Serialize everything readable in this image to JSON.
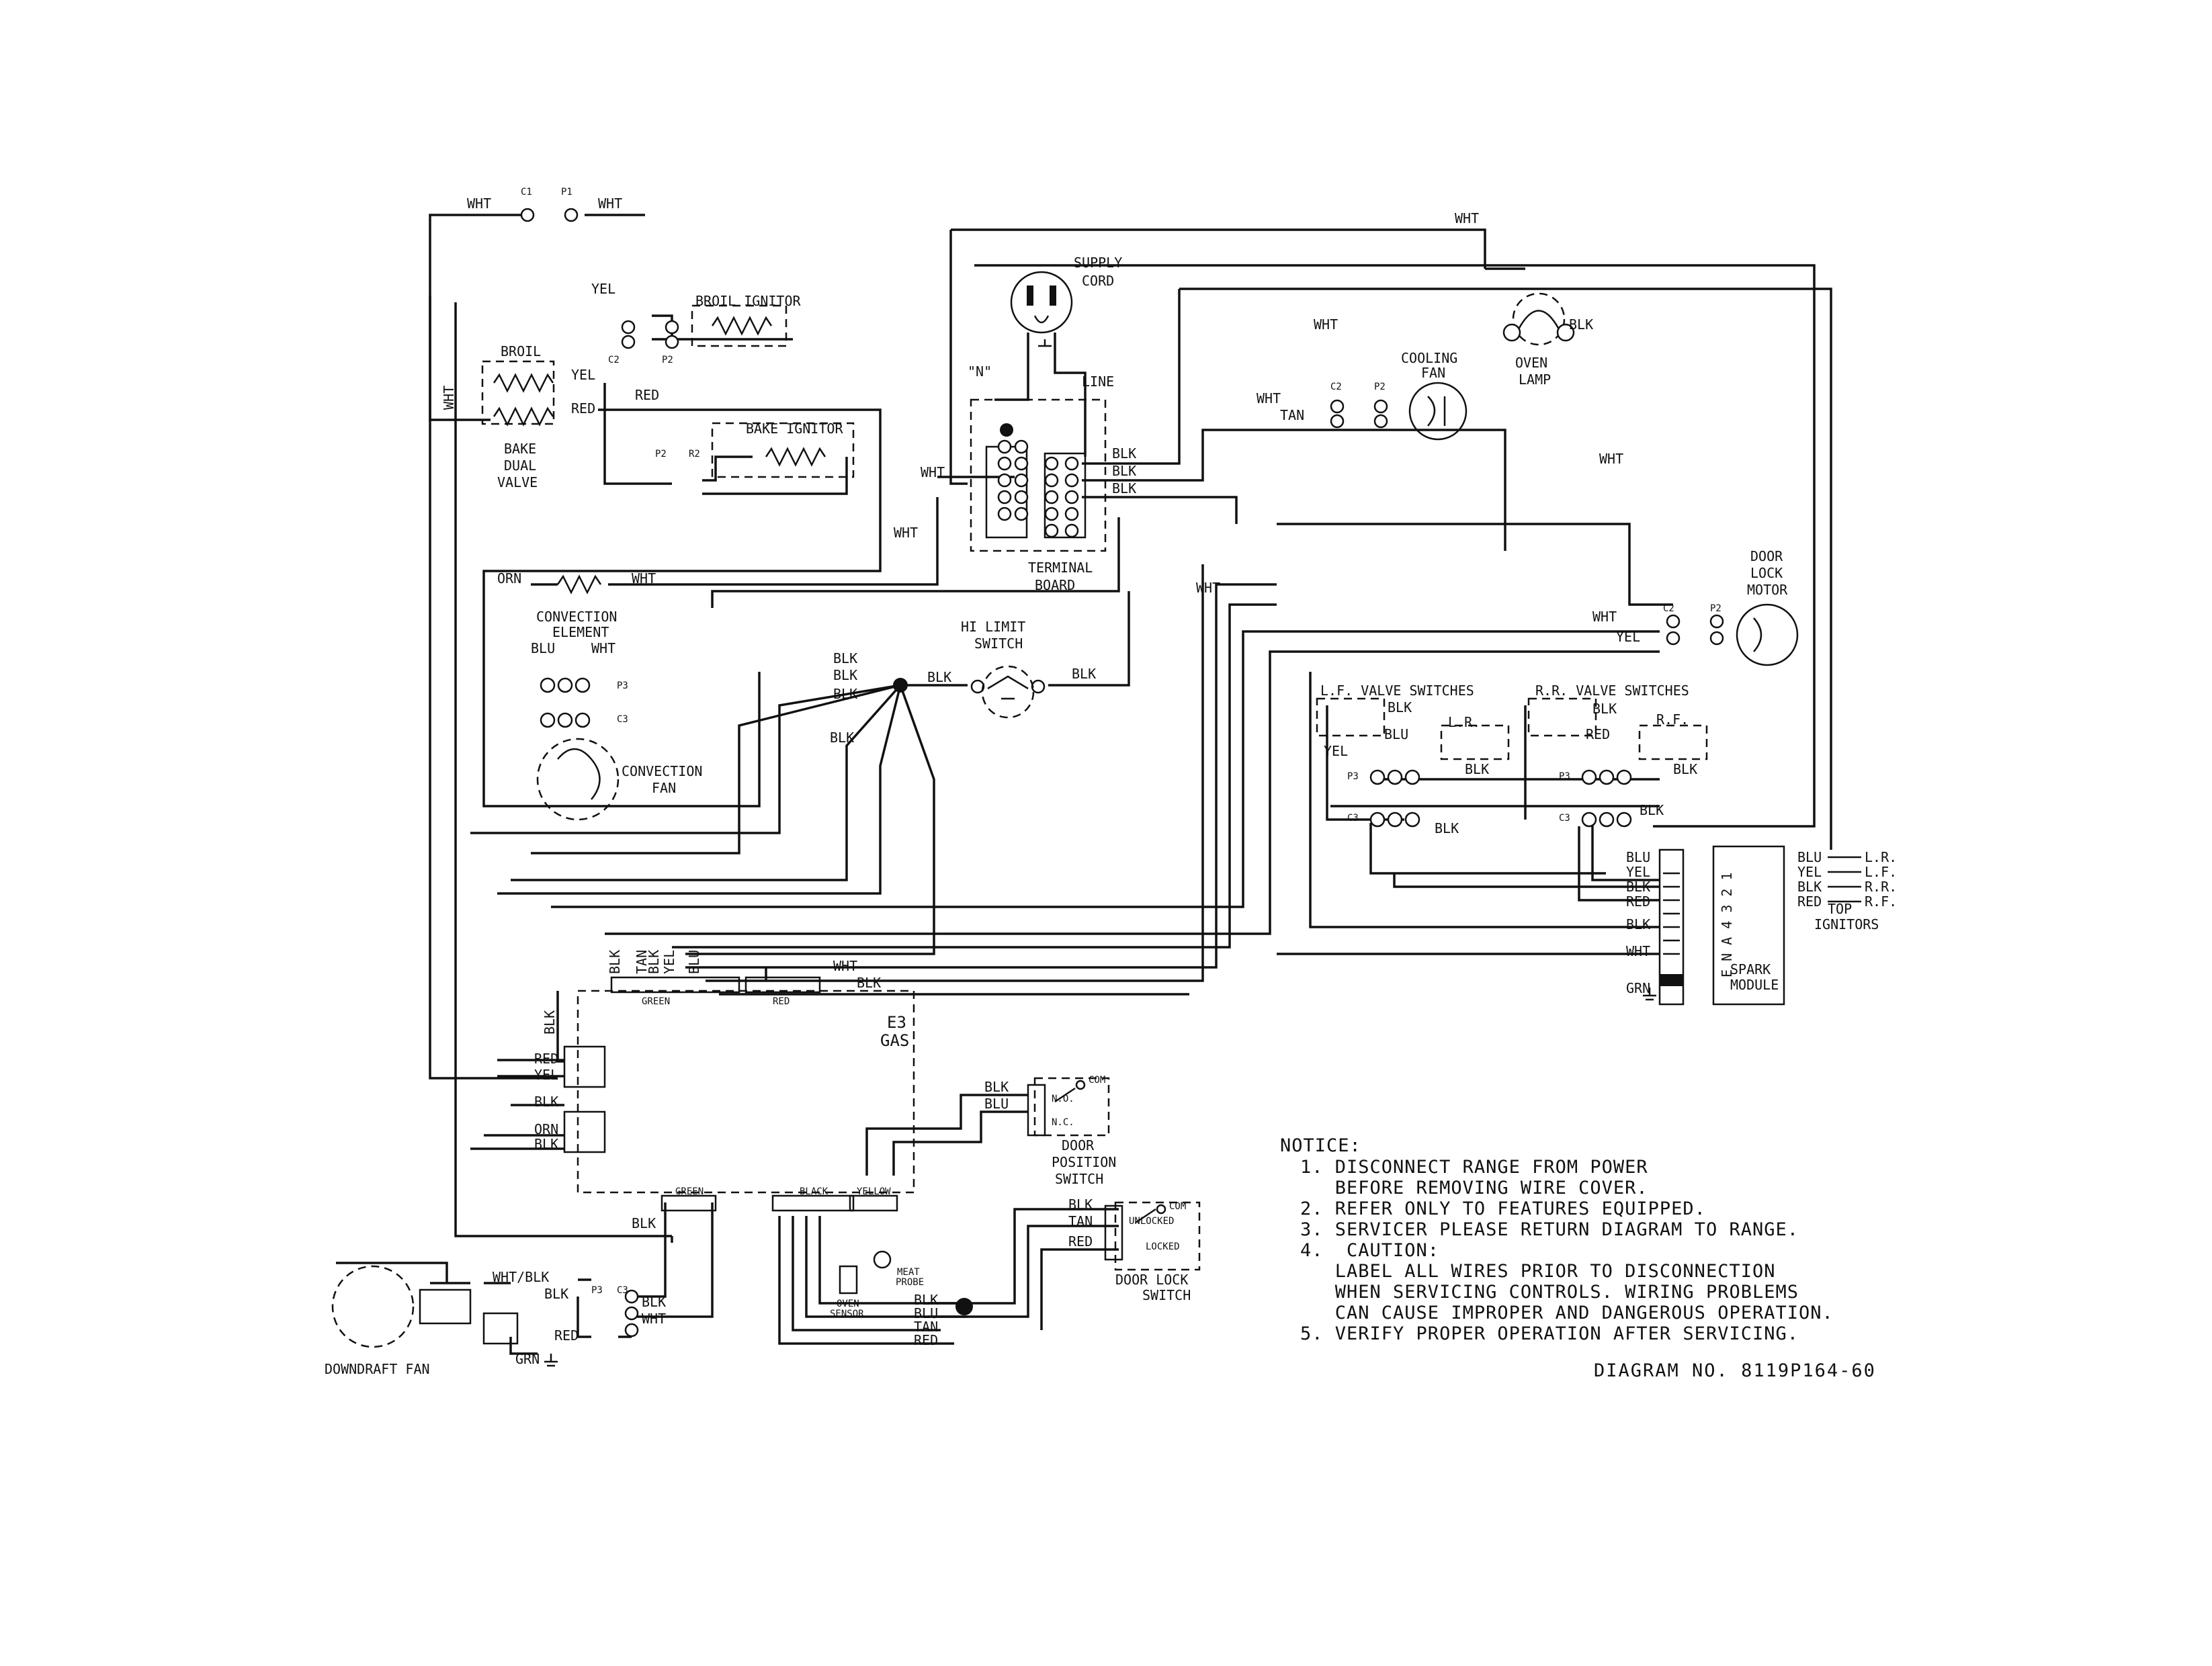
{
  "diagram_number": "DIAGRAM NO. 8119P164-60",
  "notice": {
    "title": "NOTICE:",
    "items": [
      "1. DISCONNECT RANGE FROM POWER",
      "   BEFORE REMOVING WIRE COVER.",
      "2. REFER ONLY TO FEATURES EQUIPPED.",
      "3. SERVICER PLEASE RETURN DIAGRAM TO RANGE.",
      "4.  CAUTION:",
      "   LABEL ALL WIRES PRIOR TO DISCONNECTION",
      "   WHEN SERVICING CONTROLS. WIRING PROBLEMS",
      "   CAN CAUSE IMPROPER AND DANGEROUS OPERATION.",
      "5. VERIFY PROPER OPERATION AFTER SERVICING."
    ]
  },
  "components": {
    "supply_cord": [
      "SUPPLY",
      "CORD"
    ],
    "neutral": "\"N\"",
    "line": "LINE",
    "terminal_board": [
      "TERMINAL",
      "BOARD"
    ],
    "broil": "BROIL",
    "bake_dual_valve": [
      "BAKE",
      "DUAL",
      "VALVE"
    ],
    "broil_ignitor": "BROIL IGNITOR",
    "bake_ignitor": "BAKE IGNITOR",
    "cooling_fan": [
      "COOLING",
      "FAN"
    ],
    "oven_lamp": [
      "OVEN",
      "LAMP"
    ],
    "door_lock_motor": [
      "DOOR",
      "LOCK",
      "MOTOR"
    ],
    "convection_element": [
      "CONVECTION",
      "ELEMENT"
    ],
    "convection_fan": [
      "CONVECTION",
      "FAN"
    ],
    "hi_limit_switch": [
      "HI LIMIT",
      "SWITCH"
    ],
    "lf_valve_switches": "L.F. VALVE SWITCHES",
    "rr_valve_switches": "R.R. VALVE SWITCHES",
    "lr": "L.R.",
    "rf": "R.F.",
    "top_ignitors": [
      "TOP",
      "IGNITORS"
    ],
    "spark_module": [
      "SPARK",
      "MODULE"
    ],
    "spark_module_side": "E N A 4 3 2 1",
    "e3_gas": [
      "E3",
      "GAS"
    ],
    "door_position_switch": [
      "DOOR",
      "POSITION",
      "SWITCH"
    ],
    "door_lock_switch": [
      "DOOR LOCK",
      "SWITCH"
    ],
    "downdraft_fan": "DOWNDRAFT FAN",
    "oven_sensor": [
      "OVEN",
      "SENSOR"
    ],
    "meat_probe": [
      "MEAT",
      "PROBE"
    ],
    "no": "N.O.",
    "nc": "N.C.",
    "com": "COM",
    "unlocked": "UNLOCKED",
    "locked": "LOCKED"
  },
  "connectors": {
    "c1": "C1",
    "p1": "P1",
    "c2": "C2",
    "p2": "P2",
    "r2": "R2",
    "p3": "P3",
    "c3": "C3",
    "green": "GREEN",
    "red": "RED",
    "black": "BLACK",
    "yellow": "YELLOW"
  },
  "wires": {
    "wht": "WHT",
    "blk": "BLK",
    "yel": "YEL",
    "red": "RED",
    "tan": "TAN",
    "orn": "ORN",
    "blu": "BLU",
    "grn": "GRN",
    "wht_blk": "WHT/BLK"
  },
  "ignitor_positions": [
    "L.R.",
    "L.F.",
    "R.R.",
    "R.F."
  ],
  "ignitor_wires": [
    "BLU",
    "YEL",
    "BLK",
    "RED"
  ]
}
